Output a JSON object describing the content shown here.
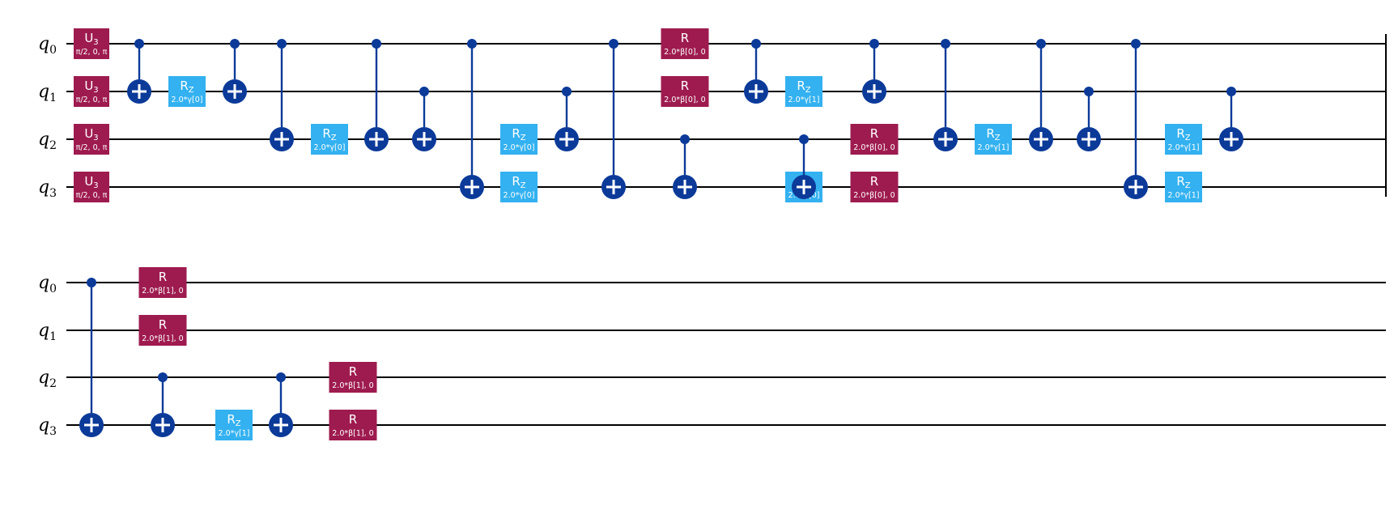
{
  "colors": {
    "u3_r_gate": "#9e1b4f",
    "rz_gate": "#33b1f0",
    "cnot": "#0b3a99",
    "wire": "#000000",
    "background": "#ffffff"
  },
  "qubits": [
    {
      "name": "q",
      "index": "0"
    },
    {
      "name": "q",
      "index": "1"
    },
    {
      "name": "q",
      "index": "2"
    },
    {
      "name": "q",
      "index": "3"
    }
  ],
  "gate_labels": {
    "U3": {
      "name": "U",
      "sub": "3"
    },
    "RZ": {
      "name": "R",
      "sub": "Z"
    },
    "R": {
      "name": "R",
      "sub": ""
    }
  },
  "rows": [
    {
      "row": 1,
      "ops": [
        {
          "type": "U3",
          "qubit": 0,
          "col": 0,
          "param": "π/2, 0, π"
        },
        {
          "type": "U3",
          "qubit": 1,
          "col": 0,
          "param": "π/2, 0, π"
        },
        {
          "type": "U3",
          "qubit": 2,
          "col": 0,
          "param": "π/2, 0, π"
        },
        {
          "type": "U3",
          "qubit": 3,
          "col": 0,
          "param": "π/2, 0, π"
        },
        {
          "type": "CX",
          "control": 0,
          "target": 1,
          "col": 1
        },
        {
          "type": "RZ",
          "qubit": 1,
          "col": 2,
          "param": "2.0*γ[0]"
        },
        {
          "type": "CX",
          "control": 0,
          "target": 1,
          "col": 3
        },
        {
          "type": "CX",
          "control": 0,
          "target": 2,
          "col": 4
        },
        {
          "type": "RZ",
          "qubit": 2,
          "col": 5,
          "param": "2.0*γ[0]"
        },
        {
          "type": "CX",
          "control": 0,
          "target": 2,
          "col": 6
        },
        {
          "type": "CX",
          "control": 1,
          "target": 2,
          "col": 7
        },
        {
          "type": "CX",
          "control": 0,
          "target": 3,
          "col": 8
        },
        {
          "type": "RZ",
          "qubit": 2,
          "col": 9,
          "param": "2.0*γ[0]"
        },
        {
          "type": "RZ",
          "qubit": 3,
          "col": 9,
          "param": "2.0*γ[0]"
        },
        {
          "type": "CX",
          "control": 1,
          "target": 2,
          "col": 10
        },
        {
          "type": "CX",
          "control": 0,
          "target": 3,
          "col": 11
        },
        {
          "type": "R",
          "qubit": 0,
          "col": 12,
          "param": "2.0*β[0], 0"
        },
        {
          "type": "R",
          "qubit": 1,
          "col": 12,
          "param": "2.0*β[0], 0"
        },
        {
          "type": "CX",
          "control": 2,
          "target": 3,
          "col": 13
        },
        {
          "type": "CX",
          "control": 0,
          "target": 1,
          "col": 14
        },
        {
          "type": "RZ",
          "qubit": 1,
          "col": 15,
          "param": "2.0*γ[1]"
        },
        {
          "type": "RZ",
          "qubit": 3,
          "col": 15,
          "param": "2.0*γ[0]"
        },
        {
          "type": "CX",
          "control": 2,
          "target": 3,
          "col": 16
        },
        {
          "type": "R",
          "qubit": 2,
          "col": 17,
          "param": "2.0*β[0], 0"
        },
        {
          "type": "R",
          "qubit": 3,
          "col": 17,
          "param": "2.0*β[0], 0"
        },
        {
          "type": "CX",
          "control": 0,
          "target": 1,
          "col": 18
        },
        {
          "type": "CX",
          "control": 0,
          "target": 2,
          "col": 19
        },
        {
          "type": "RZ",
          "qubit": 2,
          "col": 20,
          "param": "2.0*γ[1]"
        },
        {
          "type": "CX",
          "control": 0,
          "target": 2,
          "col": 21
        },
        {
          "type": "CX",
          "control": 1,
          "target": 2,
          "col": 22
        },
        {
          "type": "CX",
          "control": 0,
          "target": 3,
          "col": 23
        },
        {
          "type": "RZ",
          "qubit": 2,
          "col": 24,
          "param": "2.0*γ[1]"
        },
        {
          "type": "RZ",
          "qubit": 3,
          "col": 24,
          "param": "2.0*γ[1]"
        },
        {
          "type": "CX",
          "control": 1,
          "target": 2,
          "col": 25
        }
      ]
    },
    {
      "row": 2,
      "ops": [
        {
          "type": "CX",
          "control": 0,
          "target": 3,
          "col": 0
        },
        {
          "type": "R",
          "qubit": 0,
          "col": 1,
          "param": "2.0*β[1], 0"
        },
        {
          "type": "R",
          "qubit": 1,
          "col": 1,
          "param": "2.0*β[1], 0"
        },
        {
          "type": "CX",
          "control": 2,
          "target": 3,
          "col": 2
        },
        {
          "type": "RZ",
          "qubit": 3,
          "col": 3,
          "param": "2.0*γ[1]"
        },
        {
          "type": "CX",
          "control": 2,
          "target": 3,
          "col": 4
        },
        {
          "type": "R",
          "qubit": 2,
          "col": 5,
          "param": "2.0*β[1], 0"
        },
        {
          "type": "R",
          "qubit": 3,
          "col": 5,
          "param": "2.0*β[1], 0"
        }
      ]
    }
  ]
}
